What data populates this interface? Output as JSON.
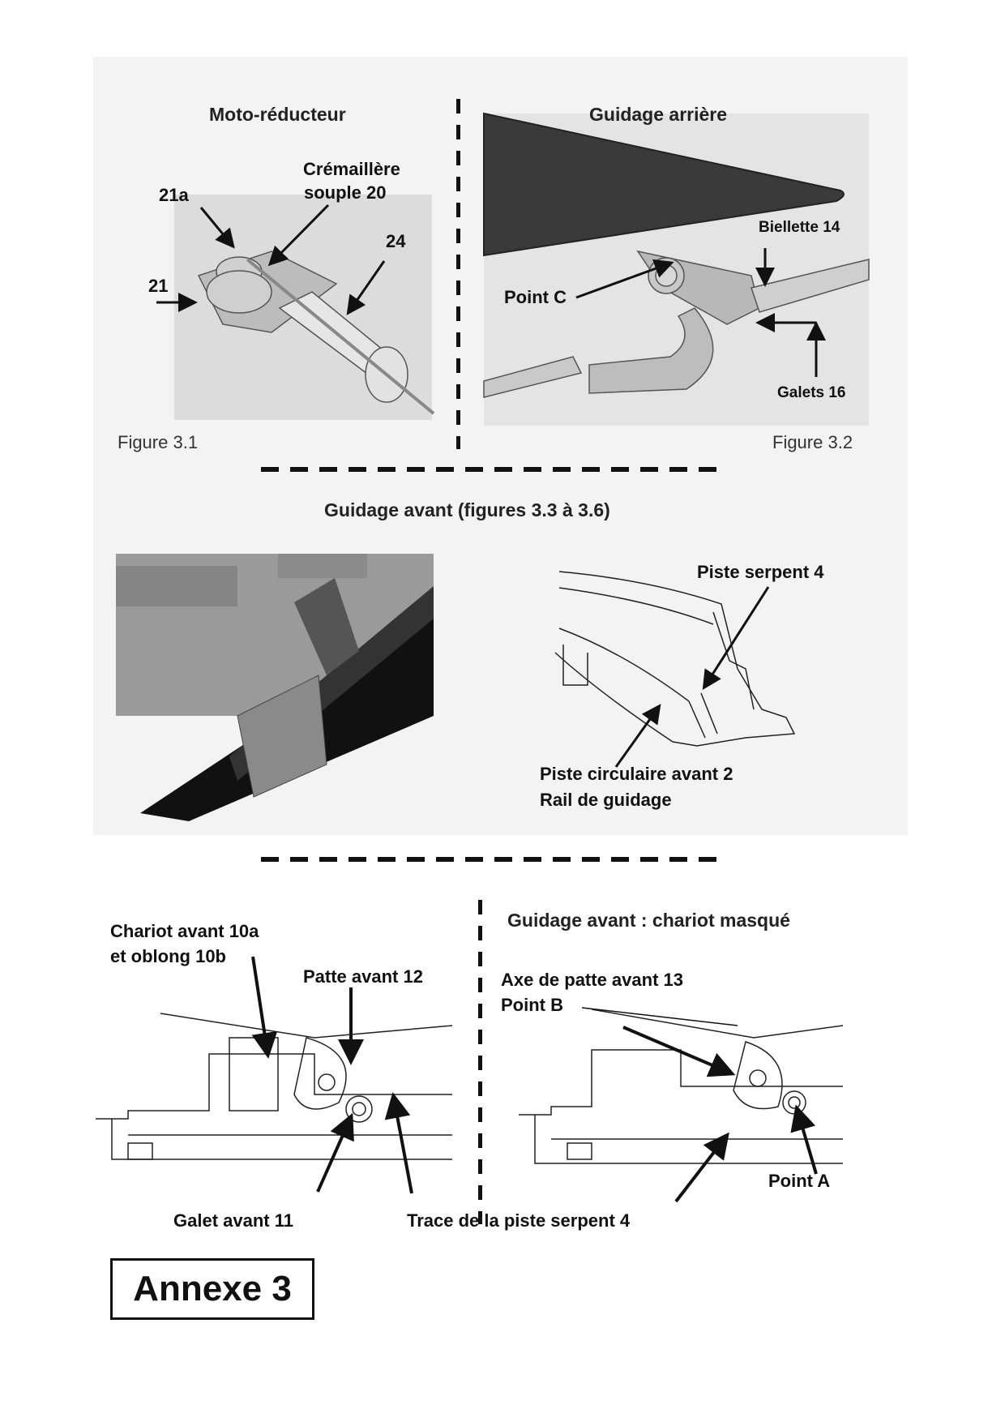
{
  "section_top": {
    "figure_3_1": {
      "title": "Moto-réducteur",
      "caption": "Figure 3.1",
      "labels": {
        "l21a": "21a",
        "rack_1": "Crémaillère",
        "rack_2": "souple 20",
        "l24": "24",
        "l21": "21"
      }
    },
    "figure_3_2": {
      "title": "Guidage arrière",
      "caption": "Figure 3.2",
      "labels": {
        "biellette": "Biellette 14",
        "point_c": "Point C",
        "galets": "Galets 16"
      }
    }
  },
  "section_middle": {
    "title": "Guidage avant (figures 3.3  à 3.6)",
    "labels": {
      "piste_serpent": "Piste serpent 4",
      "piste_circ": "Piste circulaire avant 2",
      "rail": "Rail de guidage"
    }
  },
  "section_bottom": {
    "left": {
      "labels": {
        "chariot_1": "Chariot avant 10a",
        "chariot_2": "et oblong 10b",
        "patte": "Patte avant 12",
        "galet": "Galet avant 11",
        "trace": "Trace de la piste serpent 4"
      }
    },
    "right": {
      "title": "Guidage avant : chariot masqué",
      "labels": {
        "axe": "Axe de patte avant 13",
        "point_b": "Point B",
        "point_a": "Point A"
      }
    }
  },
  "annexe_label": "Annexe 3"
}
